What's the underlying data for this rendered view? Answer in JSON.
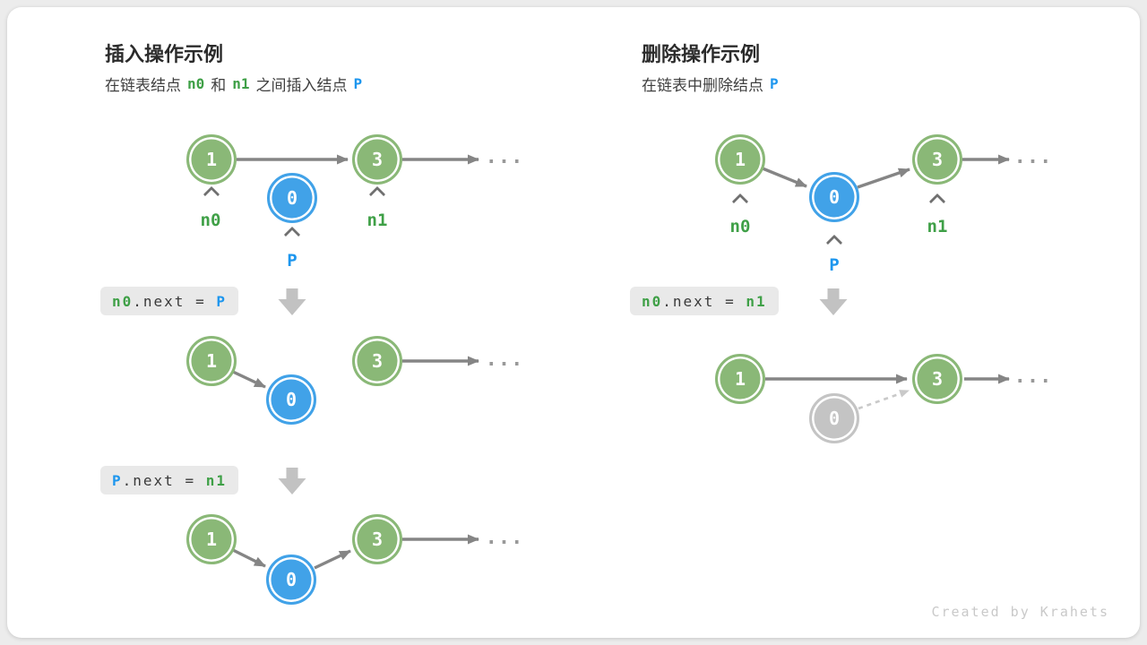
{
  "insert": {
    "title": "插入操作示例",
    "subtitle": {
      "p1": "在链表结点",
      "id1": "n0",
      "p2": "和",
      "id2": "n1",
      "p3": "之间插入结点",
      "id3": "P"
    },
    "code1": {
      "t1": "n0",
      "t2": ".next = ",
      "t3": "P"
    },
    "code2": {
      "t1": "P",
      "t2": ".next = ",
      "t3": "n1"
    }
  },
  "remove": {
    "title": "删除操作示例",
    "subtitle": {
      "p1": "在链表中删除结点",
      "id1": "P"
    },
    "code1": {
      "t1": "n0",
      "t2": ".next = ",
      "t3": "n1"
    }
  },
  "nodes": {
    "n1": "1",
    "n3": "3",
    "n0": "0"
  },
  "labels": {
    "n0": "n0",
    "n1": "n1",
    "p": "P"
  },
  "ellipsis": "...",
  "credit": "Created by Krahets",
  "colors": {
    "node_green": "#8ab877",
    "node_blue": "#41a2e8",
    "node_gray": "#c4c4c4",
    "label_green": "#3fa047",
    "label_blue": "#1d96ee",
    "arrow_gray": "#858585",
    "block_arrow": "#c2c2c2",
    "code_bg": "#e9e9e9"
  }
}
